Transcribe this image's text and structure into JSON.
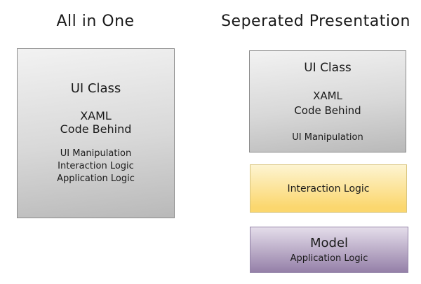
{
  "colors": {
    "background": "#ffffff",
    "text": "#1a1a1a",
    "gray_box_top": "#f2f2f2",
    "gray_box_bottom": "#b9b9b9",
    "gray_box_border": "#8c8c8c",
    "yellow_box_top": "#fdf4d1",
    "yellow_box_bottom": "#fbd76e",
    "yellow_box_border": "#d9c57e",
    "purple_box_top": "#e4ddea",
    "purple_box_bottom": "#9580a8",
    "purple_box_border": "#9484a8"
  },
  "left": {
    "title": "All in One",
    "box_lines": [
      "UI Class",
      "XAML",
      "Code Behind",
      "UI Manipulation",
      "Interaction Logic",
      "Application Logic"
    ]
  },
  "right": {
    "title": "Seperated Presentation",
    "ui_box_lines": [
      "UI Class",
      "XAML",
      "Code Behind",
      "UI Manipulation"
    ],
    "interaction_label": "Interaction Logic",
    "model_title": "Model",
    "model_subtitle": "Application Logic"
  }
}
